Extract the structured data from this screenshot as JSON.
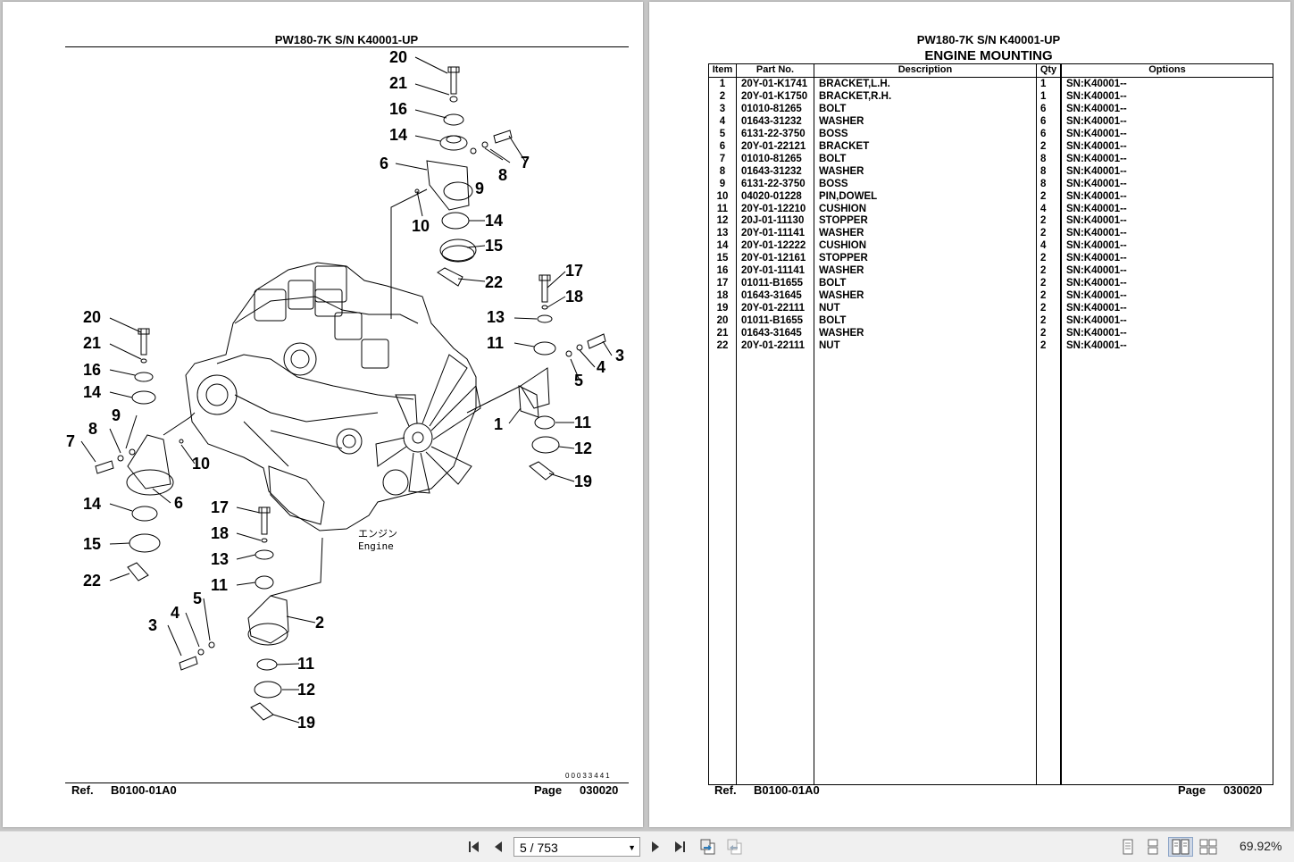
{
  "left_page": {
    "title": "PW180-7K S/N K40001-UP",
    "ref_label": "Ref.",
    "ref_value": "B0100-01A0",
    "page_label": "Page",
    "page_value": "030020",
    "serial": "00033441",
    "engine_label_jp": "エンジン",
    "engine_label_en": "Engine",
    "callouts": [
      "20",
      "21",
      "16",
      "14",
      "6",
      "7",
      "8",
      "9",
      "10",
      "14",
      "15",
      "22",
      "17",
      "18",
      "13",
      "11",
      "3",
      "4",
      "5",
      "1",
      "11",
      "12",
      "19",
      "20",
      "21",
      "16",
      "14",
      "9",
      "8",
      "7",
      "10",
      "14",
      "6",
      "15",
      "22",
      "17",
      "18",
      "13",
      "11",
      "5",
      "4",
      "3",
      "2",
      "11",
      "12",
      "19"
    ]
  },
  "right_page": {
    "title": "PW180-7K S/N K40001-UP",
    "subtitle": "ENGINE MOUNTING",
    "ref_label": "Ref.",
    "ref_value": "B0100-01A0",
    "page_label": "Page",
    "page_value": "030020",
    "columns": [
      "Item",
      "Part No.",
      "Description",
      "Qty",
      "Options"
    ],
    "rows": [
      [
        "1",
        "20Y-01-K1741",
        "BRACKET,L.H.",
        "1",
        "SN:K40001--"
      ],
      [
        "2",
        "20Y-01-K1750",
        "BRACKET,R.H.",
        "1",
        "SN:K40001--"
      ],
      [
        "3",
        "01010-81265",
        "BOLT",
        "6",
        "SN:K40001--"
      ],
      [
        "4",
        "01643-31232",
        "WASHER",
        "6",
        "SN:K40001--"
      ],
      [
        "5",
        "6131-22-3750",
        "BOSS",
        "6",
        "SN:K40001--"
      ],
      [
        "6",
        "20Y-01-22121",
        "BRACKET",
        "2",
        "SN:K40001--"
      ],
      [
        "7",
        "01010-81265",
        "BOLT",
        "8",
        "SN:K40001--"
      ],
      [
        "8",
        "01643-31232",
        "WASHER",
        "8",
        "SN:K40001--"
      ],
      [
        "9",
        "6131-22-3750",
        "BOSS",
        "8",
        "SN:K40001--"
      ],
      [
        "10",
        "04020-01228",
        "PIN,DOWEL",
        "2",
        "SN:K40001--"
      ],
      [
        "11",
        "20Y-01-12210",
        "CUSHION",
        "4",
        "SN:K40001--"
      ],
      [
        "12",
        "20J-01-11130",
        "STOPPER",
        "2",
        "SN:K40001--"
      ],
      [
        "13",
        "20Y-01-11141",
        "WASHER",
        "2",
        "SN:K40001--"
      ],
      [
        "14",
        "20Y-01-12222",
        "CUSHION",
        "4",
        "SN:K40001--"
      ],
      [
        "15",
        "20Y-01-12161",
        "STOPPER",
        "2",
        "SN:K40001--"
      ],
      [
        "16",
        "20Y-01-11141",
        "WASHER",
        "2",
        "SN:K40001--"
      ],
      [
        "17",
        "01011-B1655",
        "BOLT",
        "2",
        "SN:K40001--"
      ],
      [
        "18",
        "01643-31645",
        "WASHER",
        "2",
        "SN:K40001--"
      ],
      [
        "19",
        "20Y-01-22111",
        "NUT",
        "2",
        "SN:K40001--"
      ],
      [
        "20",
        "01011-B1655",
        "BOLT",
        "2",
        "SN:K40001--"
      ],
      [
        "21",
        "01643-31645",
        "WASHER",
        "2",
        "SN:K40001--"
      ],
      [
        "22",
        "20Y-01-22111",
        "NUT",
        "2",
        "SN:K40001--"
      ]
    ]
  },
  "toolbar": {
    "page_indicator": "5 / 753",
    "zoom": "69.92%"
  },
  "icons": [
    "first-page-icon",
    "prev-page-icon",
    "next-page-icon",
    "last-page-icon",
    "go-back-view-icon",
    "go-forward-view-icon",
    "single-page-icon",
    "continuous-page-icon",
    "facing-pages-icon",
    "continuous-facing-icon",
    "dropdown-arrow-icon"
  ]
}
